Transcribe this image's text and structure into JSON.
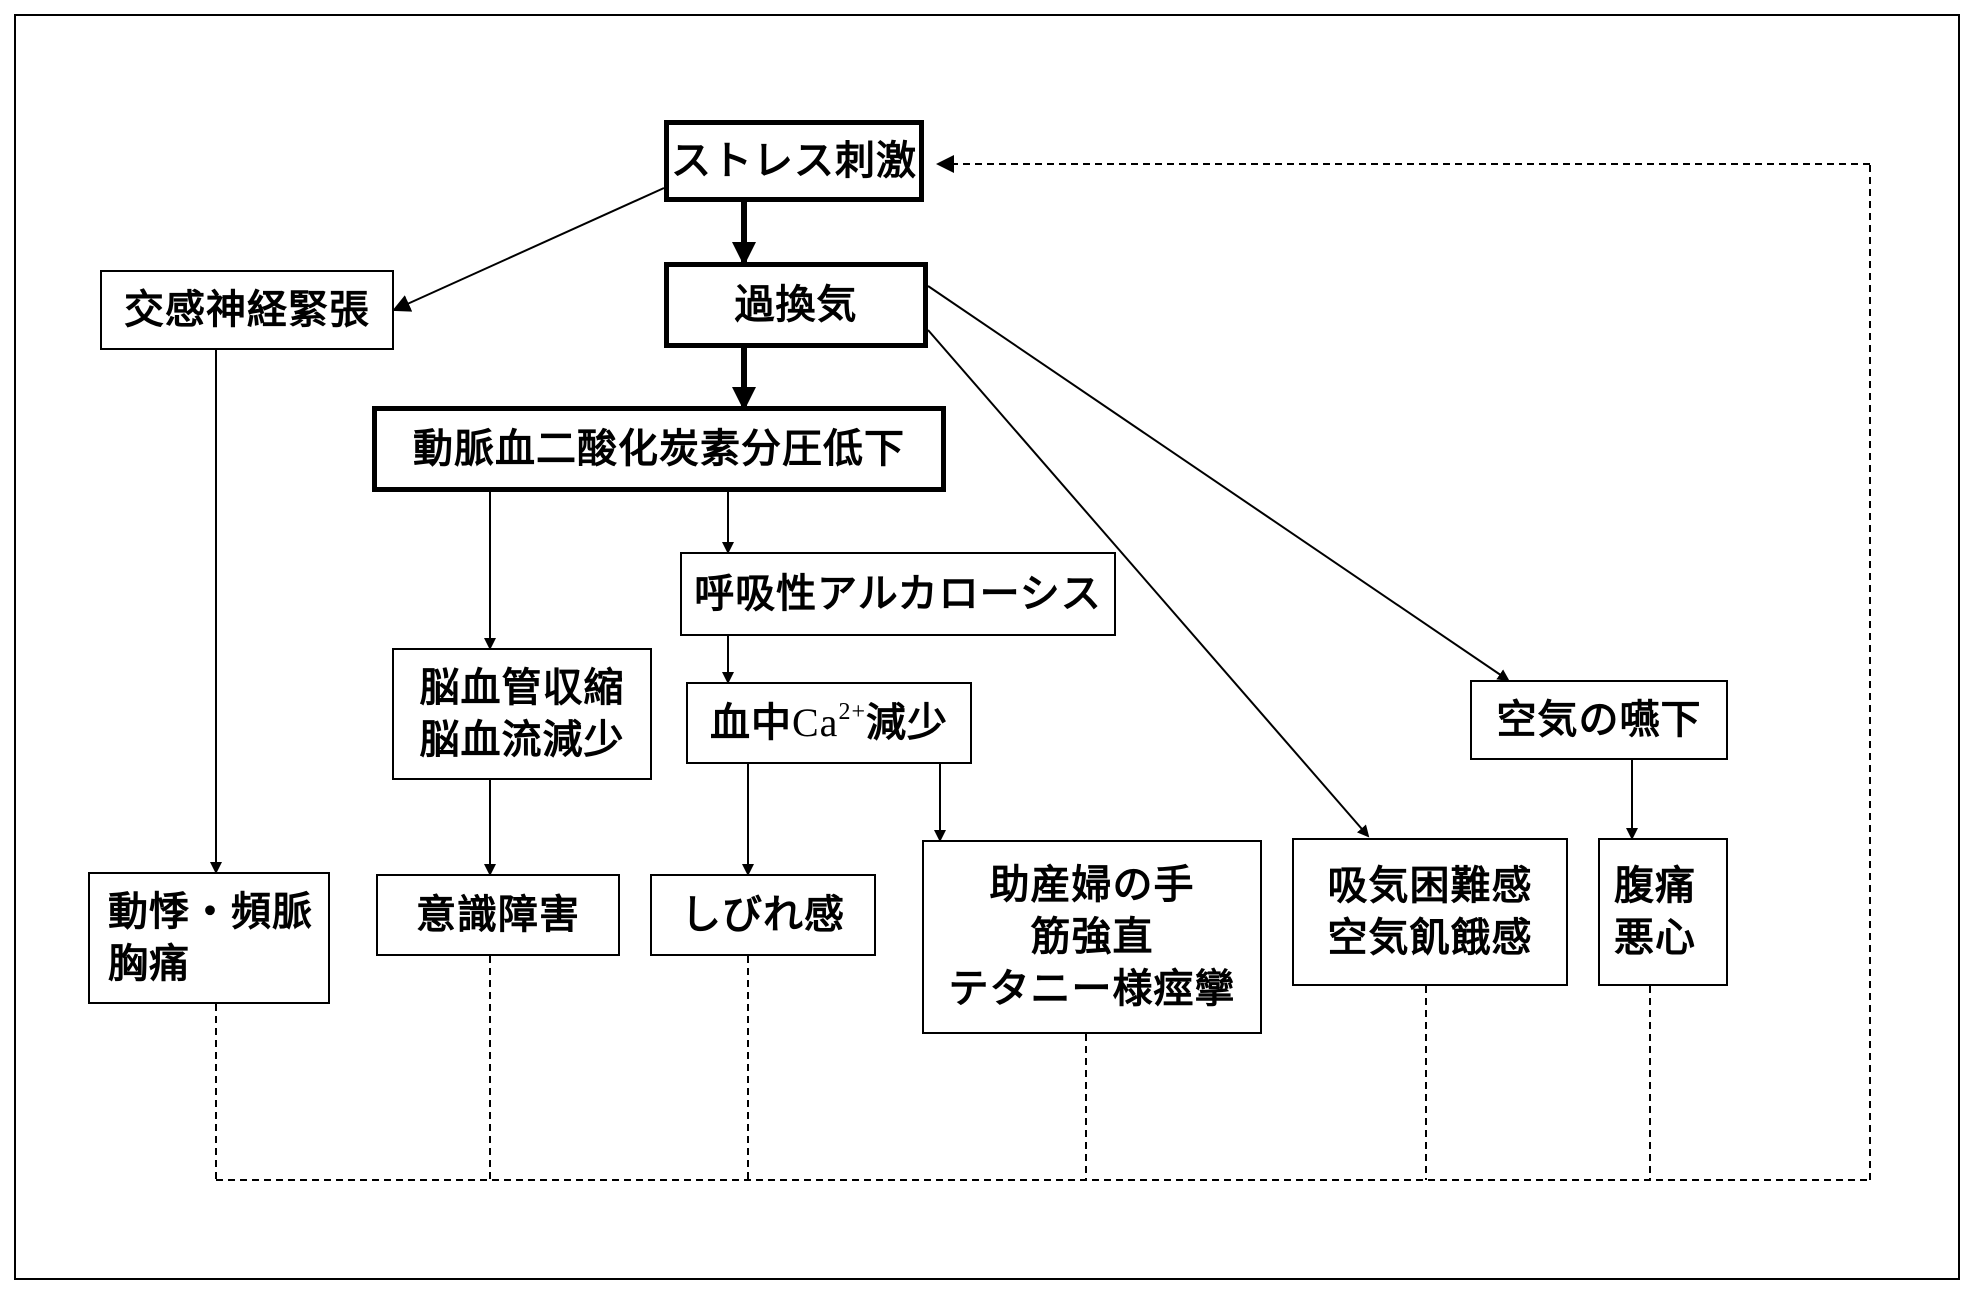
{
  "nodes": {
    "stress": {
      "text": "ストレス刺激"
    },
    "sympathetic": {
      "text": "交感神経緊張"
    },
    "hyperventilation": {
      "text": "過換気"
    },
    "paco2": {
      "text": "動脈血二酸化炭素分圧低下"
    },
    "alkalosis": {
      "text": "呼吸性アルカローシス"
    },
    "cerebral": {
      "line1": "脳血管収縮",
      "line2": "脳血流減少"
    },
    "calcium": {
      "prefix": "血中",
      "ca": "Ca",
      "sup": "2+",
      "suffix": "減少"
    },
    "air_swallow": {
      "text": "空気の嚥下"
    },
    "palpitation": {
      "line1": "動悸・頻脈",
      "line2": "胸痛"
    },
    "consciousness": {
      "text": "意識障害"
    },
    "numbness": {
      "text": "しびれ感"
    },
    "tetany": {
      "line1": "助産婦の手",
      "line2": "筋強直",
      "line3": "テタニー様痙攣"
    },
    "dyspnea": {
      "line1": "吸気困難感",
      "line2": "空気飢餓感"
    },
    "abdominal": {
      "line1": "腹痛",
      "line2": "悪心"
    }
  }
}
